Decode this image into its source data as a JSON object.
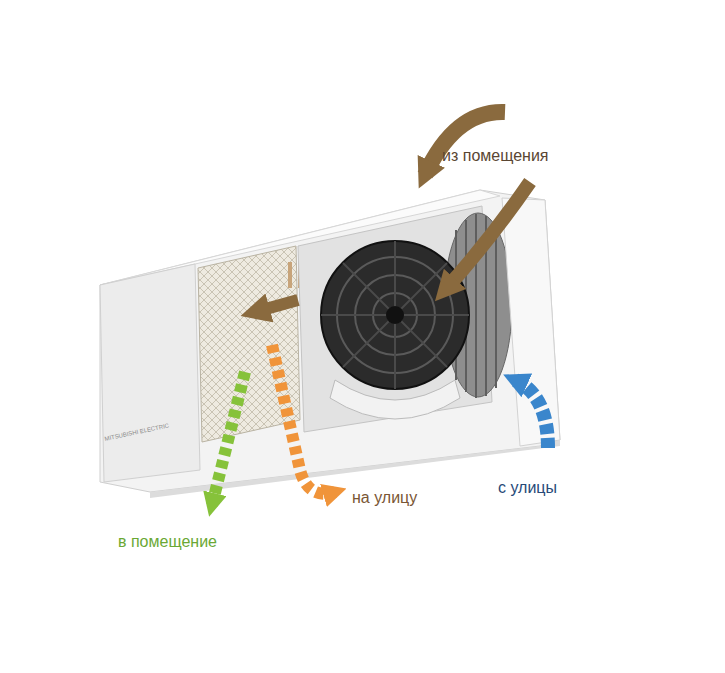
{
  "diagram": {
    "labels": [
      "из помещения",
      "на улицу",
      "с улицы",
      "в помещение",
      "MITSUBISHI ELECTRIC"
    ]
  }
}
